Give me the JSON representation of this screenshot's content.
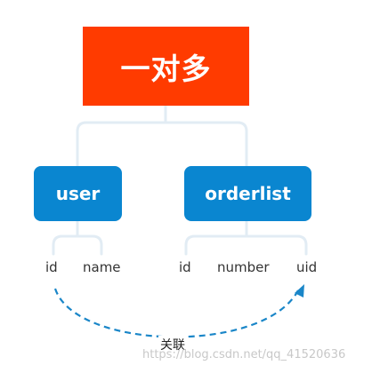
{
  "colors": {
    "title_fill": "#ff3b00",
    "entity_fill": "#0a86d0",
    "connector": "#e2ecf4",
    "relation_arrow": "#1a86c8"
  },
  "title": "一对多",
  "entities": [
    {
      "label": "user",
      "fields": [
        "id",
        "name"
      ]
    },
    {
      "label": "orderlist",
      "fields": [
        "id",
        "number",
        "uid"
      ]
    }
  ],
  "relation_label": "关联",
  "watermark": "https://blog.csdn.net/qq_41520636"
}
